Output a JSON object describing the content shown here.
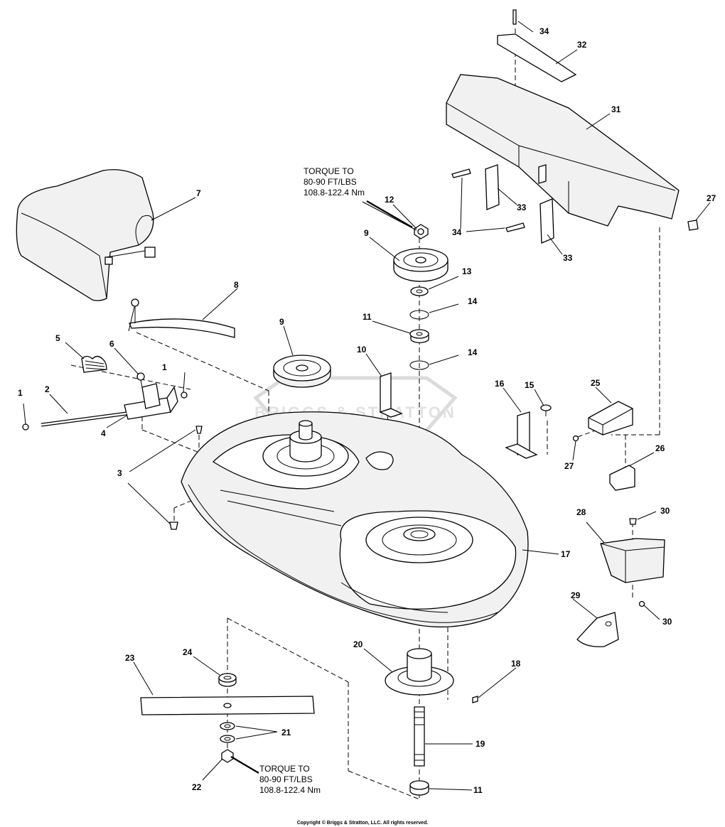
{
  "callouts": {
    "c1a": "1",
    "c1b": "1",
    "c2": "2",
    "c3": "3",
    "c4": "4",
    "c5": "5",
    "c6": "6",
    "c7": "7",
    "c8": "8",
    "c9a": "9",
    "c9b": "9",
    "c10": "10",
    "c11a": "11",
    "c11b": "11",
    "c12": "12",
    "c13": "13",
    "c14a": "14",
    "c14b": "14",
    "c15": "15",
    "c16": "16",
    "c17": "17",
    "c18": "18",
    "c19": "19",
    "c20": "20",
    "c21": "21",
    "c22": "22",
    "c23": "23",
    "c24": "24",
    "c25": "25",
    "c26": "26",
    "c27a": "27",
    "c27b": "27",
    "c28": "28",
    "c29": "29",
    "c30a": "30",
    "c30b": "30",
    "c31": "31",
    "c32": "32",
    "c33a": "33",
    "c33b": "33",
    "c34a": "34",
    "c34b": "34"
  },
  "torque_notes": {
    "top": {
      "line1": "TORQUE TO",
      "line2": "80-90 FT/LBS",
      "line3": "108.8-122.4 Nm"
    },
    "bottom": {
      "line1": "TORQUE TO",
      "line2": "80-90 FT/LBS",
      "line3": "108.8-122.4 Nm"
    }
  },
  "watermark": "BRIGGS & STRATTON",
  "copyright": "Copyright © Briggs & Stratton, LLC. All rights reserved."
}
